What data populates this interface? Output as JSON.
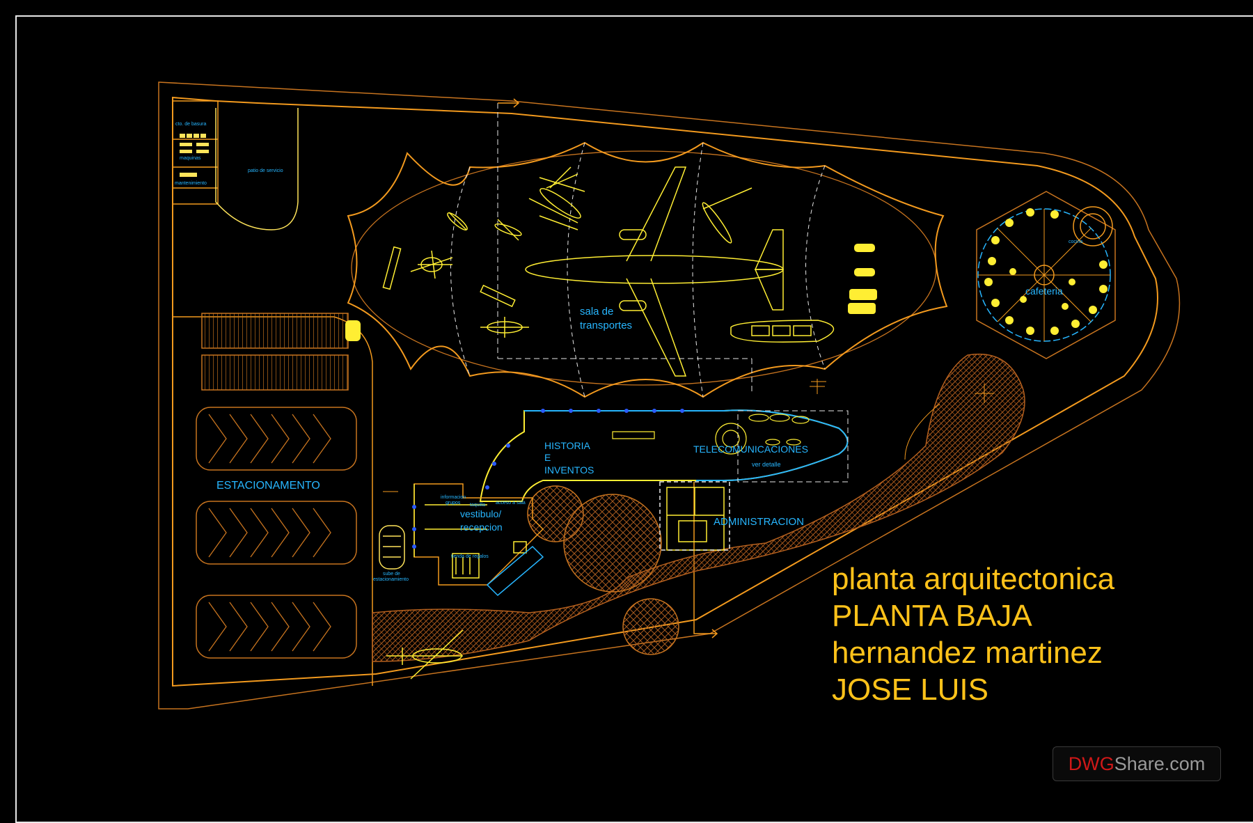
{
  "drawing": {
    "title_lines": [
      "planta arquitectonica",
      "PLANTA BAJA",
      "hernandez martinez",
      "JOSE LUIS"
    ],
    "watermark": {
      "part1": "DWG",
      "part2": "Share.com"
    }
  },
  "labels": {
    "parking": "ESTACIONAMENTO",
    "transport_hall_l1": "sala de",
    "transport_hall_l2": "transportes",
    "cafeteria": "cafeteria",
    "kitchen": "cocina",
    "history_l1": "HISTORIA",
    "history_l2": "E",
    "history_l3": "INVENTOS",
    "telecom": "TELECOMUNICACIONES",
    "see_detail": "ver detalle",
    "lobby_l1": "vestibulo/",
    "lobby_l2": "recepcion",
    "administration": "ADMINISTRACION",
    "service_yard": "patio de servicio",
    "trash_room": "cto. de basura",
    "machine_room": "maquinas",
    "maintenance": "mantenimiento",
    "parking_ramp_l1": "sube de",
    "parking_ramp_l2": "estacionamiento",
    "ticket": "taquilla",
    "group_info_l1": "informacion",
    "group_info_l2": "grupos",
    "hall_access": "acceso a sala",
    "gift_shop": "tienda de regalos"
  },
  "colors": {
    "background": "#000000",
    "outline_orange": "#f39a1e",
    "aircraft_yellow": "#ffee33",
    "text_cyan": "#27b6ff",
    "hatch_brown": "#b5601e",
    "title_yellow": "#ffc21a"
  }
}
